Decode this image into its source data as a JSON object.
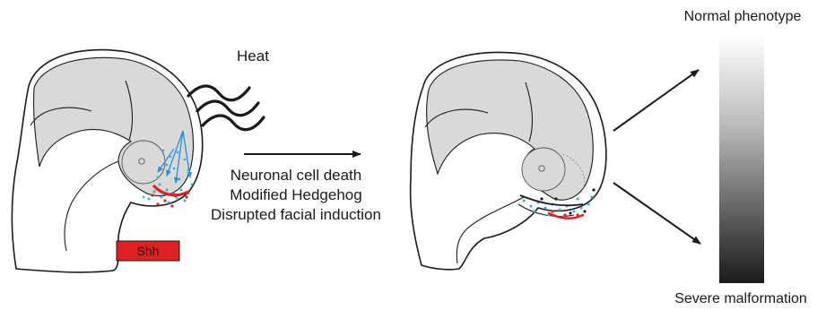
{
  "labels": {
    "heat": "Heat",
    "shh": "Shh",
    "effects": [
      "Neuronal cell death",
      "Modified Hedgehog",
      "Disrupted facial induction"
    ],
    "normal": "Normal phenotype",
    "severe": "Severe malformation"
  },
  "colors": {
    "shh_red": "#e02020",
    "cell_blue": "#33b0e0",
    "signal_blue": "#2a8fd8",
    "tissue_gray": "#d9d9d9",
    "outline": "#1a1a1a"
  },
  "icons": {
    "heat": "heat-waves-icon",
    "arrow": "right-arrow-icon"
  }
}
